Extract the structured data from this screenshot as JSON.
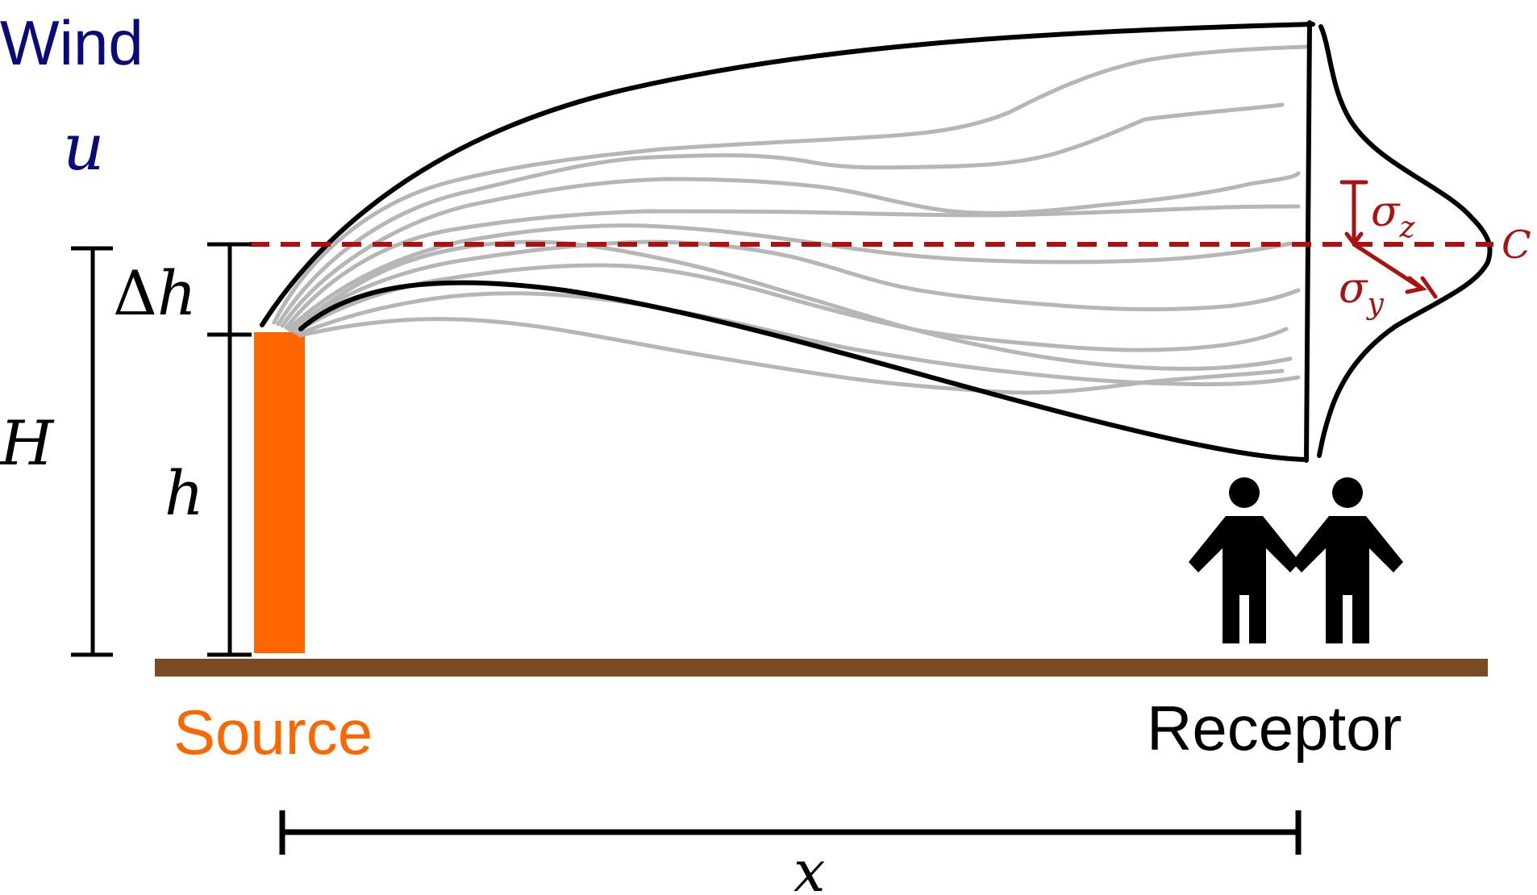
{
  "labels": {
    "wind": "Wind",
    "wind_speed": "u",
    "stack_height_total": "H",
    "plume_rise_delta": "Δ",
    "plume_rise_h": "h",
    "stack_height": "h",
    "sigma_z": "σ",
    "sigma_z_sub": "z",
    "sigma_y": "σ",
    "sigma_y_sub": "y",
    "concentration": "C",
    "source": "Source",
    "receptor": "Receptor",
    "distance": "x"
  },
  "colors": {
    "wind": "#0a0a7a",
    "source": "#ff6600",
    "centerline": "#aa1111",
    "ground": "#7a4a22",
    "plume_outline": "#000000",
    "eddies": "#b8b8b8",
    "people": "#000000"
  },
  "icons": [
    "person-icon",
    "person-icon"
  ]
}
